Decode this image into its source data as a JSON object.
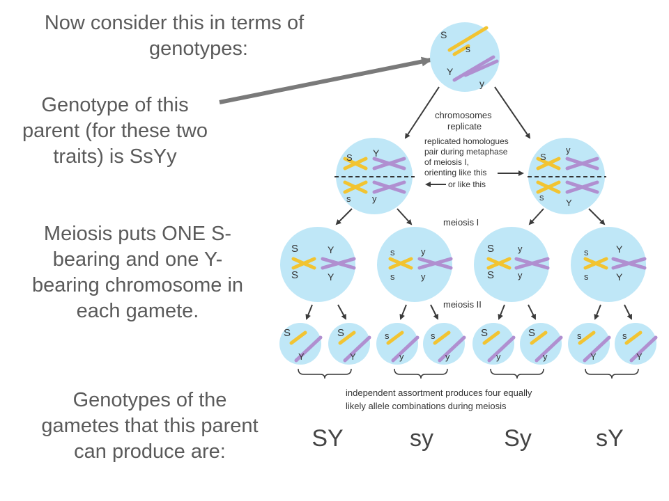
{
  "slide": {
    "heading": [
      "Now consider this in terms of",
      "genotypes:"
    ],
    "parent_genotype": [
      "Genotype of this",
      "parent (for these two",
      "traits) is SsYy"
    ],
    "meiosis_statement": [
      "Meiosis puts ONE S-",
      "bearing and one Y-",
      "bearing chromosome in",
      "each gamete."
    ],
    "gametes_question": [
      "Genotypes of the",
      "gametes that this parent",
      "can produce are:"
    ],
    "gamete_genotypes": [
      "SY",
      "sy",
      "Sy",
      "sY"
    ]
  },
  "diagram": {
    "parent_cell": {
      "alleles": [
        "S",
        "s",
        "Y",
        "y"
      ]
    },
    "step_labels": {
      "replicate": [
        "chromosomes",
        "replicate"
      ],
      "metaphase": [
        "replicated homologues",
        "pair during metaphase",
        "of meiosis I,",
        "orienting like this",
        "or like this"
      ],
      "meiosis_1": "meiosis I",
      "meiosis_2": "meiosis II",
      "assortment": [
        "independent assortment produces four equally",
        "likely allele combinations during meiosis"
      ]
    },
    "metaphase_cells": [
      {
        "alleles": [
          "S",
          "Y",
          "s",
          "y"
        ]
      },
      {
        "alleles": [
          "S",
          "y",
          "s",
          "Y"
        ]
      }
    ],
    "meiosis1_cells": [
      {
        "alleles": [
          "S",
          "Y",
          "S",
          "Y"
        ]
      },
      {
        "alleles": [
          "s",
          "y",
          "s",
          "y"
        ]
      },
      {
        "alleles": [
          "S",
          "y",
          "S",
          "y"
        ]
      },
      {
        "alleles": [
          "s",
          "Y",
          "s",
          "Y"
        ]
      }
    ],
    "gametes": [
      {
        "alleles": [
          "S",
          "Y"
        ]
      },
      {
        "alleles": [
          "S",
          "Y"
        ]
      },
      {
        "alleles": [
          "s",
          "y"
        ]
      },
      {
        "alleles": [
          "s",
          "y"
        ]
      },
      {
        "alleles": [
          "S",
          "y"
        ]
      },
      {
        "alleles": [
          "S",
          "y"
        ]
      },
      {
        "alleles": [
          "s",
          "Y"
        ]
      },
      {
        "alleles": [
          "s",
          "Y"
        ]
      }
    ]
  },
  "colors": {
    "cell": "#bfe7f7",
    "chromosome_s": "#f2c431",
    "chromosome_y": "#b08fd0",
    "arrow": "#3a3a3a",
    "pointer_arrow": "#7a7a7a",
    "text": "#5a5a5a"
  }
}
